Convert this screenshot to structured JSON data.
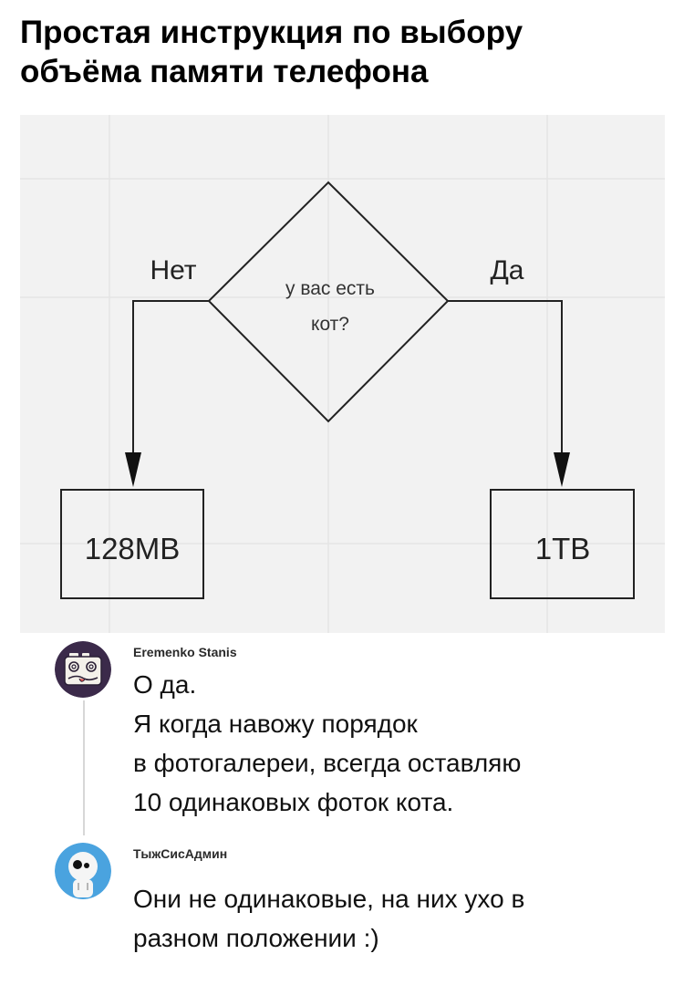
{
  "meme_title": {
    "line1": "Простая инструкция по выбору",
    "line2": "объёма памяти телефона"
  },
  "flowchart": {
    "decision_line1": "у вас есть",
    "decision_line2": "кот?",
    "no_label": "Нет",
    "yes_label": "Да",
    "no_result": "128MB",
    "yes_result": "1TB"
  },
  "comments": [
    {
      "author": "Eremenko Stanis",
      "lines": [
        "О да.",
        "Я когда навожу порядок",
        "в фотогалереи, всегда оставляю",
        "10 одинаковых фоток кота."
      ]
    },
    {
      "author": "ТыжСисАдмин",
      "lines": [
        "Они не одинаковые, на них ухо в",
        "разном положении :)"
      ]
    }
  ],
  "colors": {
    "avatar1_bg": "#3b2a4a",
    "avatar2_bg": "#4aa3df",
    "diagram_bg": "#f2f2f2",
    "thread_line": "#d7d7d7"
  }
}
